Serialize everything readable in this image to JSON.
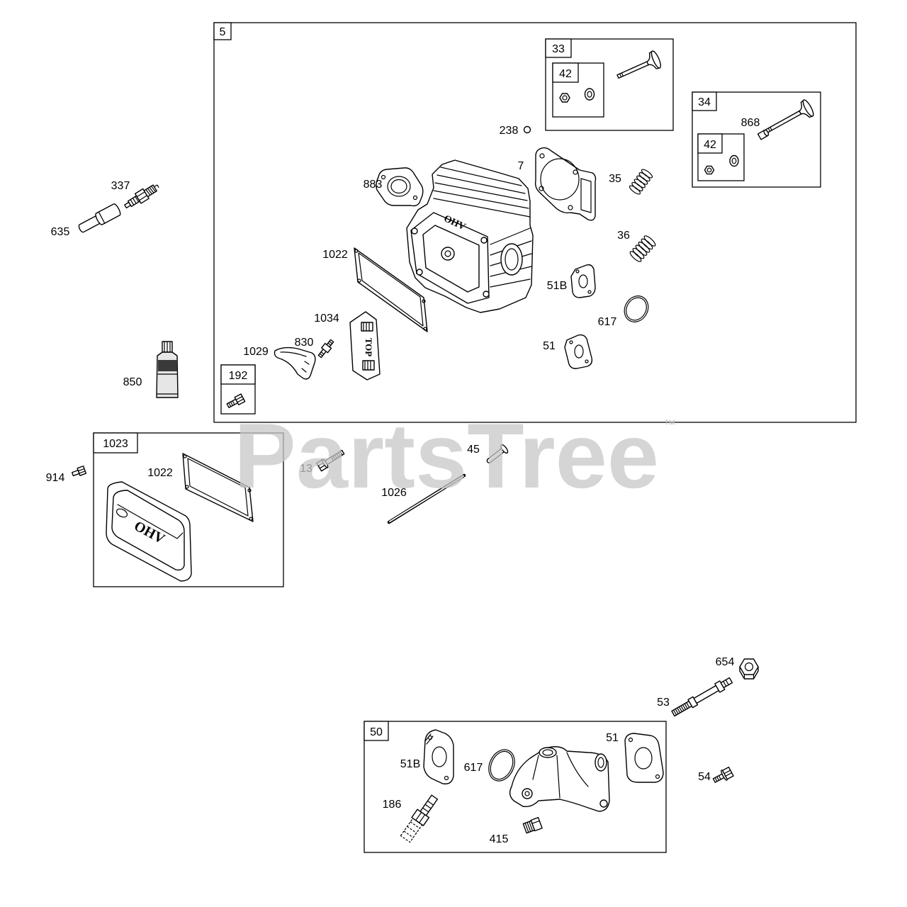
{
  "watermark": {
    "brand": "PartsTree",
    "trademark": "™"
  },
  "assembly_boxes": [
    "5",
    "33",
    "42",
    "34",
    "42",
    "192",
    "1023",
    "50"
  ],
  "callouts": [
    "337",
    "635",
    "850",
    "238",
    "7",
    "883",
    "35",
    "868",
    "36",
    "1022",
    "51B",
    "617",
    "1034",
    "830",
    "1029",
    "51",
    "914",
    "1022",
    "13",
    "45",
    "1026",
    "654",
    "53",
    "51",
    "51B",
    "617",
    "54",
    "186",
    "415"
  ],
  "part_markings": {
    "head": "OHV",
    "plate": "TOP",
    "cover": "OHV"
  },
  "colors": {
    "line": "#000000",
    "background": "#ffffff",
    "watermark": "#c8c8c8"
  }
}
